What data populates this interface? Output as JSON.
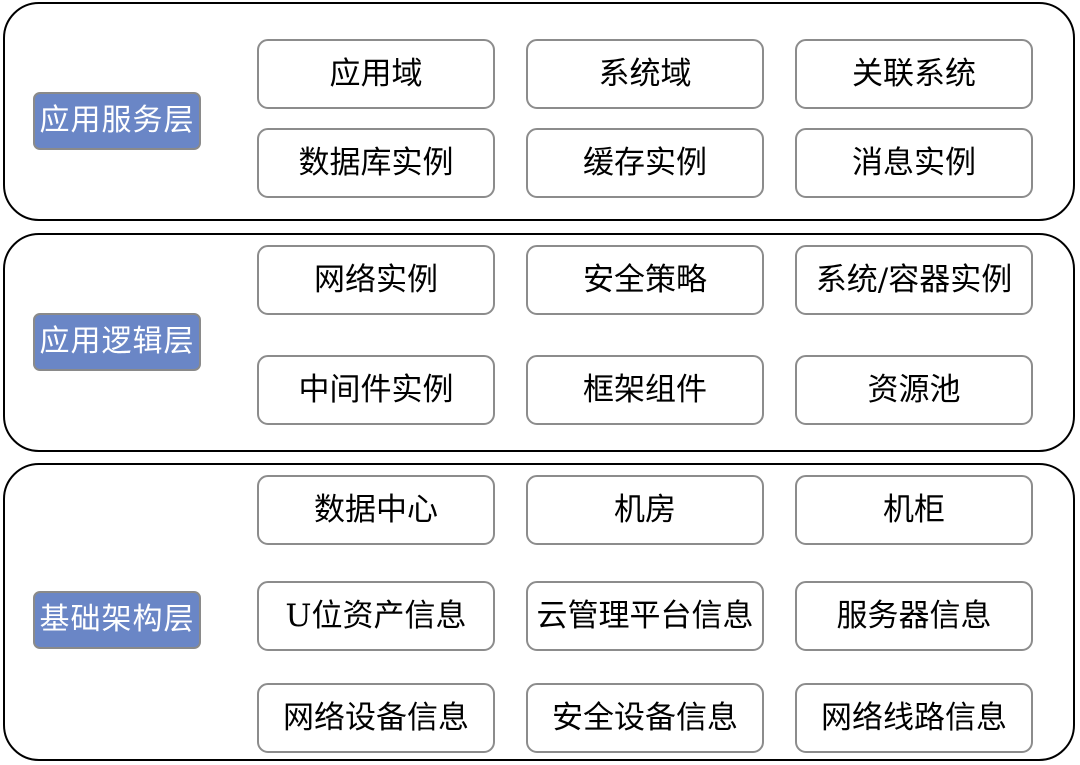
{
  "layers": [
    {
      "label": "应用服务层",
      "items": [
        "应用域",
        "系统域",
        "关联系统",
        "数据库实例",
        "缓存实例",
        "消息实例"
      ]
    },
    {
      "label": "应用逻辑层",
      "items": [
        "网络实例",
        "安全策略",
        "系统/容器实例",
        "中间件实例",
        "框架组件",
        "资源池"
      ]
    },
    {
      "label": "基础架构层",
      "items": [
        "数据中心",
        "机房",
        "机柜",
        "U位资产信息",
        "云管理平台信息",
        "服务器信息",
        "网络设备信息",
        "安全设备信息",
        "网络线路信息"
      ]
    }
  ],
  "colors": {
    "label_fill": "#6a86c6",
    "label_text": "#ffffff",
    "item_border": "#8c8c8c",
    "layer_border": "#000000"
  }
}
